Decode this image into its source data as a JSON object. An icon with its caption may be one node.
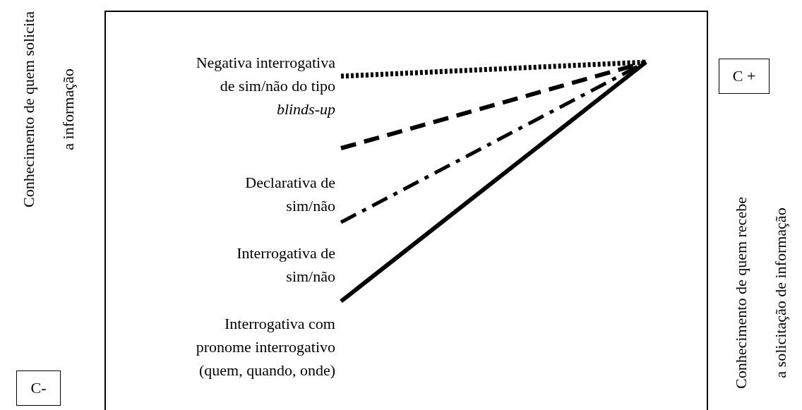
{
  "diagram": {
    "nodes": [
      {
        "text": [],
        "shape": "box"
      },
      {
        "text": [
          "Negativa interrogativa de sim/não do tipo *blinds-up*"
        ],
        "in": 0
      },
      {
        "text": [
          "Declarativa de sim/não"
        ],
        "in": 0
      },
      {
        "text": [
          "Interrogativa de sim/não"
        ],
        "in": 0
      },
      {
        "text": [
          "Interrogativa com pronome interrogativo (quem, quando, onde)"
        ],
        "in": 0
      },
      {
        "text": [
          "C +"
        ]
      },
      {
        "text": [
          "C-"
        ]
      }
    ],
    "edges": [
      {
        "from": 1,
        "to": null,
        "arrow": "none",
        "style": "dashed"
      },
      {
        "from": 2,
        "to": null,
        "arrow": "none",
        "style": "dashed"
      },
      {
        "from": 3,
        "to": null,
        "arrow": "none",
        "style": "dashed"
      },
      {
        "from": 4,
        "to": null,
        "arrow": "none"
      }
    ],
    "labels": [
      "Conhecimento de quem solicita a informação",
      "Conhecimento de quem recebe a solicitação de informação"
    ]
  }
}
